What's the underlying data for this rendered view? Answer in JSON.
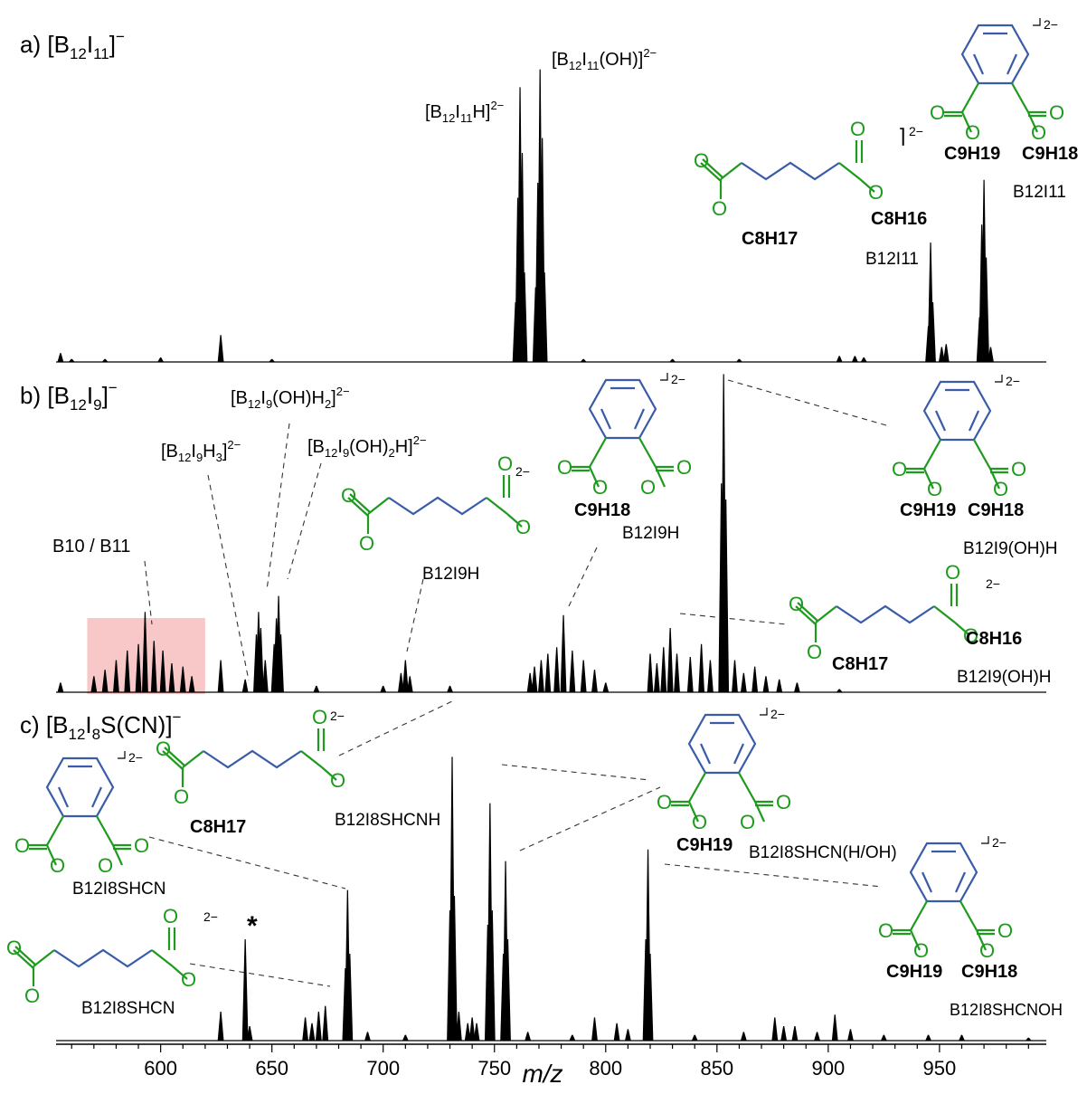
{
  "colors": {
    "ester": "#1e9a1e",
    "ring": "#3a5ca8",
    "highlight": "#f5b5b5",
    "spectrum": "#000000"
  },
  "chart_data": {
    "type": "bar",
    "xlabel": "m/z",
    "xlim": [
      553,
      998
    ],
    "xticks": [
      600,
      650,
      700,
      750,
      800,
      850,
      900,
      950
    ],
    "ylabel": "",
    "grid": false,
    "panels": [
      {
        "id": "a",
        "label_prefix": "a)",
        "precursor": {
          "base": "[B",
          "s1": "12",
          "mid": "I",
          "s2": "11",
          "end": "]",
          "charge": "−"
        },
        "peaks": [
          {
            "x": 555,
            "y": 0.03
          },
          {
            "x": 560,
            "y": 0.01
          },
          {
            "x": 575,
            "y": 0.01
          },
          {
            "x": 600,
            "y": 0.015
          },
          {
            "x": 627,
            "y": 0.09
          },
          {
            "x": 650,
            "y": 0.01
          },
          {
            "x": 759.5,
            "y": 0.2
          },
          {
            "x": 760.5,
            "y": 0.55
          },
          {
            "x": 761.5,
            "y": 0.92
          },
          {
            "x": 762.5,
            "y": 0.7
          },
          {
            "x": 763.5,
            "y": 0.3
          },
          {
            "x": 768.5,
            "y": 0.25
          },
          {
            "x": 769.5,
            "y": 0.6
          },
          {
            "x": 770.5,
            "y": 0.98
          },
          {
            "x": 771.5,
            "y": 0.75
          },
          {
            "x": 772.5,
            "y": 0.3
          },
          {
            "x": 790,
            "y": 0.01
          },
          {
            "x": 830,
            "y": 0.01
          },
          {
            "x": 860,
            "y": 0.01
          },
          {
            "x": 905,
            "y": 0.02
          },
          {
            "x": 912,
            "y": 0.02
          },
          {
            "x": 916,
            "y": 0.015
          },
          {
            "x": 945,
            "y": 0.12
          },
          {
            "x": 946,
            "y": 0.4
          },
          {
            "x": 947,
            "y": 0.2
          },
          {
            "x": 951,
            "y": 0.05
          },
          {
            "x": 953,
            "y": 0.06
          },
          {
            "x": 968,
            "y": 0.15
          },
          {
            "x": 969,
            "y": 0.46
          },
          {
            "x": 970,
            "y": 0.61
          },
          {
            "x": 971,
            "y": 0.35
          },
          {
            "x": 973,
            "y": 0.05
          }
        ],
        "annotations": [
          {
            "pre": "[B",
            "s1": "12",
            "mid": "I",
            "s2": "11",
            "post": "H]",
            "charge": "2−"
          },
          {
            "pre": "[B",
            "s1": "12",
            "mid": "I",
            "s2": "11",
            "post": "(OH)]",
            "charge": "2−"
          }
        ],
        "structure_labels": {
          "adipate_alkyl": "C8H17",
          "adipate_linker": "C8H16",
          "adipate_cluster": "B12I11",
          "phthalate_alkyl": "C9H19",
          "phthalate_linker": "C9H18",
          "phthalate_cluster": "B12I11"
        }
      },
      {
        "id": "b",
        "label_prefix": "b)",
        "precursor": {
          "base": "[B",
          "s1": "12",
          "mid": "I",
          "s2": "9",
          "end": "]",
          "charge": "−"
        },
        "highlight": {
          "x0": 567,
          "x1": 620,
          "label": "B10 / B11"
        },
        "peaks": [
          {
            "x": 555,
            "y": 0.03
          },
          {
            "x": 570,
            "y": 0.05
          },
          {
            "x": 575,
            "y": 0.07
          },
          {
            "x": 580,
            "y": 0.1
          },
          {
            "x": 585,
            "y": 0.13
          },
          {
            "x": 590,
            "y": 0.15
          },
          {
            "x": 593,
            "y": 0.25
          },
          {
            "x": 597,
            "y": 0.16
          },
          {
            "x": 601,
            "y": 0.13
          },
          {
            "x": 605,
            "y": 0.09
          },
          {
            "x": 610,
            "y": 0.08
          },
          {
            "x": 614,
            "y": 0.05
          },
          {
            "x": 627,
            "y": 0.1
          },
          {
            "x": 638,
            "y": 0.04
          },
          {
            "x": 643,
            "y": 0.18
          },
          {
            "x": 644,
            "y": 0.25
          },
          {
            "x": 645,
            "y": 0.2
          },
          {
            "x": 647,
            "y": 0.1
          },
          {
            "x": 651,
            "y": 0.15
          },
          {
            "x": 652,
            "y": 0.23
          },
          {
            "x": 653,
            "y": 0.3
          },
          {
            "x": 654,
            "y": 0.18
          },
          {
            "x": 670,
            "y": 0.02
          },
          {
            "x": 700,
            "y": 0.02
          },
          {
            "x": 708,
            "y": 0.06
          },
          {
            "x": 710,
            "y": 0.1
          },
          {
            "x": 712,
            "y": 0.05
          },
          {
            "x": 730,
            "y": 0.02
          },
          {
            "x": 766,
            "y": 0.06
          },
          {
            "x": 768,
            "y": 0.08
          },
          {
            "x": 771,
            "y": 0.1
          },
          {
            "x": 774,
            "y": 0.12
          },
          {
            "x": 778,
            "y": 0.14
          },
          {
            "x": 781,
            "y": 0.24
          },
          {
            "x": 785,
            "y": 0.13
          },
          {
            "x": 790,
            "y": 0.1
          },
          {
            "x": 795,
            "y": 0.07
          },
          {
            "x": 800,
            "y": 0.03
          },
          {
            "x": 820,
            "y": 0.12
          },
          {
            "x": 823,
            "y": 0.09
          },
          {
            "x": 826,
            "y": 0.14
          },
          {
            "x": 829,
            "y": 0.2
          },
          {
            "x": 832,
            "y": 0.12
          },
          {
            "x": 838,
            "y": 0.11
          },
          {
            "x": 843,
            "y": 0.15
          },
          {
            "x": 847,
            "y": 0.1
          },
          {
            "x": 852,
            "y": 0.65
          },
          {
            "x": 853,
            "y": 0.99
          },
          {
            "x": 854,
            "y": 0.6
          },
          {
            "x": 858,
            "y": 0.1
          },
          {
            "x": 862,
            "y": 0.06
          },
          {
            "x": 867,
            "y": 0.08
          },
          {
            "x": 872,
            "y": 0.05
          },
          {
            "x": 878,
            "y": 0.04
          },
          {
            "x": 886,
            "y": 0.03
          },
          {
            "x": 905,
            "y": 0.01
          }
        ],
        "annotations": [
          {
            "pre": "[B",
            "s1": "12",
            "mid": "I",
            "s2": "9",
            "post": "H",
            "s3": "3",
            "post2": "]",
            "charge": "2−"
          },
          {
            "pre": "[B",
            "s1": "12",
            "mid": "I",
            "s2": "9",
            "post": "(OH)H",
            "s3": "2",
            "post2": "]",
            "charge": "2−"
          },
          {
            "pre": "[B",
            "s1": "12",
            "mid": "I",
            "s2": "9",
            "post": "(OH)",
            "s3": "2",
            "post2": "H]",
            "charge": "2−"
          }
        ],
        "structure_labels": {
          "adipate_cyclic_cluster": "B12I9H",
          "phthalate_cyclic_linker": "C9H18",
          "phthalate_cyclic_cluster": "B12I9H",
          "phthalate_alkyl": "C9H19",
          "phthalate_linker": "C9H18",
          "phthalate_cluster": "B12I9(OH)H",
          "adipate_alkyl": "C8H17",
          "adipate_linker": "C8H16",
          "adipate_cluster": "B12I9(OH)H"
        }
      },
      {
        "id": "c",
        "label_prefix": "c)",
        "precursor": {
          "base": "[B",
          "s1": "12",
          "mid": "I",
          "s2": "8",
          "end": "S(CN)]",
          "charge": "−"
        },
        "star": {
          "x": 638,
          "label": "*"
        },
        "peaks": [
          {
            "x": 627,
            "y": 0.1
          },
          {
            "x": 638,
            "y": 0.35
          },
          {
            "x": 640,
            "y": 0.05
          },
          {
            "x": 665,
            "y": 0.08
          },
          {
            "x": 668,
            "y": 0.06
          },
          {
            "x": 671,
            "y": 0.1
          },
          {
            "x": 674,
            "y": 0.12
          },
          {
            "x": 683,
            "y": 0.25
          },
          {
            "x": 684,
            "y": 0.52
          },
          {
            "x": 685,
            "y": 0.3
          },
          {
            "x": 693,
            "y": 0.03
          },
          {
            "x": 710,
            "y": 0.02
          },
          {
            "x": 730,
            "y": 0.45
          },
          {
            "x": 731,
            "y": 0.98
          },
          {
            "x": 732,
            "y": 0.5
          },
          {
            "x": 734,
            "y": 0.1
          },
          {
            "x": 738,
            "y": 0.06
          },
          {
            "x": 740,
            "y": 0.08
          },
          {
            "x": 742,
            "y": 0.06
          },
          {
            "x": 747,
            "y": 0.4
          },
          {
            "x": 748,
            "y": 0.82
          },
          {
            "x": 749,
            "y": 0.45
          },
          {
            "x": 754,
            "y": 0.3
          },
          {
            "x": 755,
            "y": 0.62
          },
          {
            "x": 756,
            "y": 0.35
          },
          {
            "x": 765,
            "y": 0.03
          },
          {
            "x": 785,
            "y": 0.02
          },
          {
            "x": 795,
            "y": 0.08
          },
          {
            "x": 805,
            "y": 0.06
          },
          {
            "x": 810,
            "y": 0.04
          },
          {
            "x": 818,
            "y": 0.35
          },
          {
            "x": 819,
            "y": 0.66
          },
          {
            "x": 820,
            "y": 0.3
          },
          {
            "x": 840,
            "y": 0.02
          },
          {
            "x": 862,
            "y": 0.03
          },
          {
            "x": 876,
            "y": 0.08
          },
          {
            "x": 880,
            "y": 0.05
          },
          {
            "x": 885,
            "y": 0.05
          },
          {
            "x": 895,
            "y": 0.03
          },
          {
            "x": 903,
            "y": 0.09
          },
          {
            "x": 910,
            "y": 0.04
          },
          {
            "x": 925,
            "y": 0.02
          },
          {
            "x": 945,
            "y": 0.02
          },
          {
            "x": 960,
            "y": 0.02
          },
          {
            "x": 990,
            "y": 0.01
          }
        ],
        "structure_labels": {
          "adipate_alkyl": "C8H17",
          "adipate_cluster": "B12I8SHCNH",
          "phthalate_cyclic_cluster": "B12I8SHCN",
          "phthalate_mid_alkyl": "C9H19",
          "phthalate_mid_cluster": "B12I8SHCN(H/OH)",
          "adipate_cyclic_cluster": "B12I8SHCN",
          "phthalate_alkyl": "C9H19",
          "phthalate_linker": "C9H18",
          "phthalate_cluster": "B12I8SHCNOH"
        }
      }
    ]
  }
}
